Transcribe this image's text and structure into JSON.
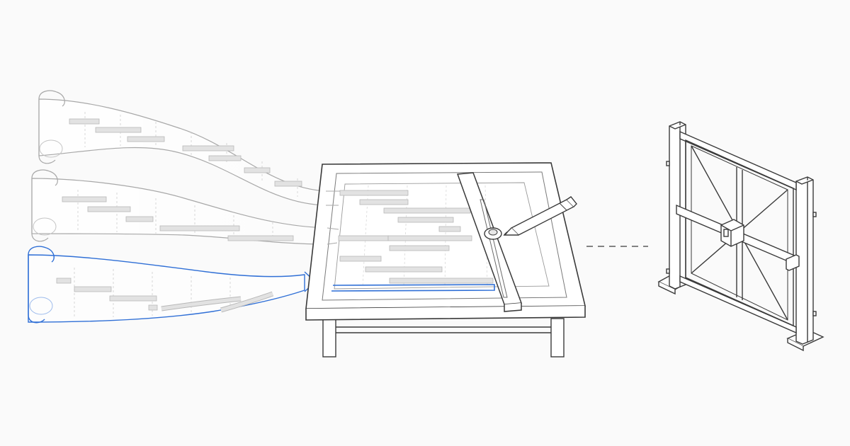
{
  "colors": {
    "background": "#fafafa",
    "line": "#3a3a3a",
    "faint_line": "#a8a8a8",
    "grid": "#cfcfcf",
    "bar": "#e2e2e2",
    "bar_stroke": "#b8b8b8",
    "accent": "#2f6fd6"
  },
  "scrolls": [
    {
      "name": "scroll-top",
      "highlighted": false
    },
    {
      "name": "scroll-middle",
      "highlighted": false
    },
    {
      "name": "scroll-bottom",
      "highlighted": true
    }
  ],
  "icons": [
    "drafting-table-icon",
    "t-square-icon",
    "pencil-icon",
    "gate-icon",
    "dashed-connector-icon"
  ]
}
